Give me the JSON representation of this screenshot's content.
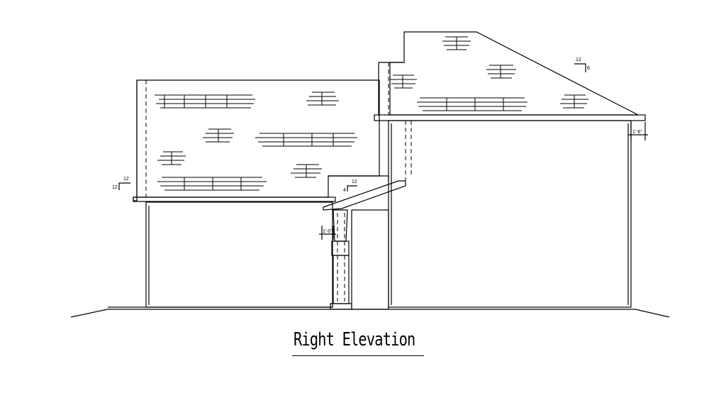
{
  "drawing": {
    "title": "Right Elevation",
    "dimensions": {
      "porch_column": "1'-0\"",
      "eave_overhang": "1'-6\""
    },
    "roof_pitches": {
      "left_roof": {
        "rise": "12",
        "run": "12"
      },
      "porch_roof": {
        "rise": "12",
        "run": "4"
      },
      "upper_roof": {
        "rise": "12",
        "run": "6"
      }
    }
  }
}
